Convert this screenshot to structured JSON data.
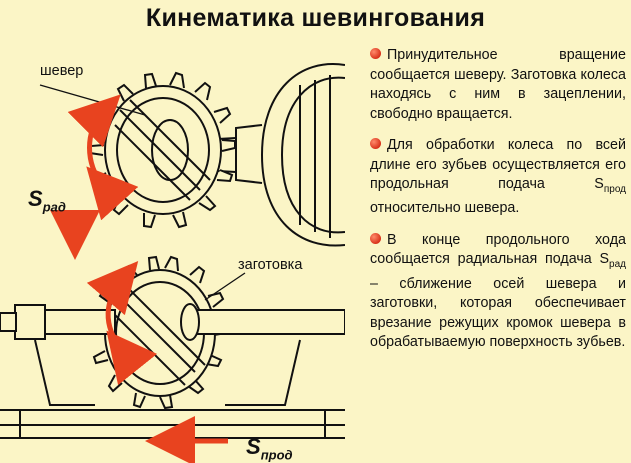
{
  "title": "Кинематика шевингования",
  "labels": {
    "shaver": "шевер",
    "workpiece": "заготовка",
    "s_main": "S",
    "s_rad_sub": "рад",
    "s_prod_sub": "прод"
  },
  "notes": [
    {
      "text": "Принудительное вращение сообщается шеверу. Заготовка колеса находясь с ним в зацеплении, свободно вращается."
    },
    {
      "text_before": "Для обработки колеса по всей длине его зубьев осуществляется его продольная подача S",
      "sub": "прод",
      "text_after": " относительно шевера."
    },
    {
      "text_before": "В конце продольного хода сообщается радиальная подача S",
      "sub": "рад",
      "text_after": " – сближение осей шевера и заготовки, которая обеспечивает врезание режущих кромок шевера в обрабатываемую поверхность зубьев."
    }
  ],
  "colors": {
    "background": "#fbf5c6",
    "arrow": "#e8431f",
    "bullet": "#d8321a",
    "ink": "#111111"
  }
}
